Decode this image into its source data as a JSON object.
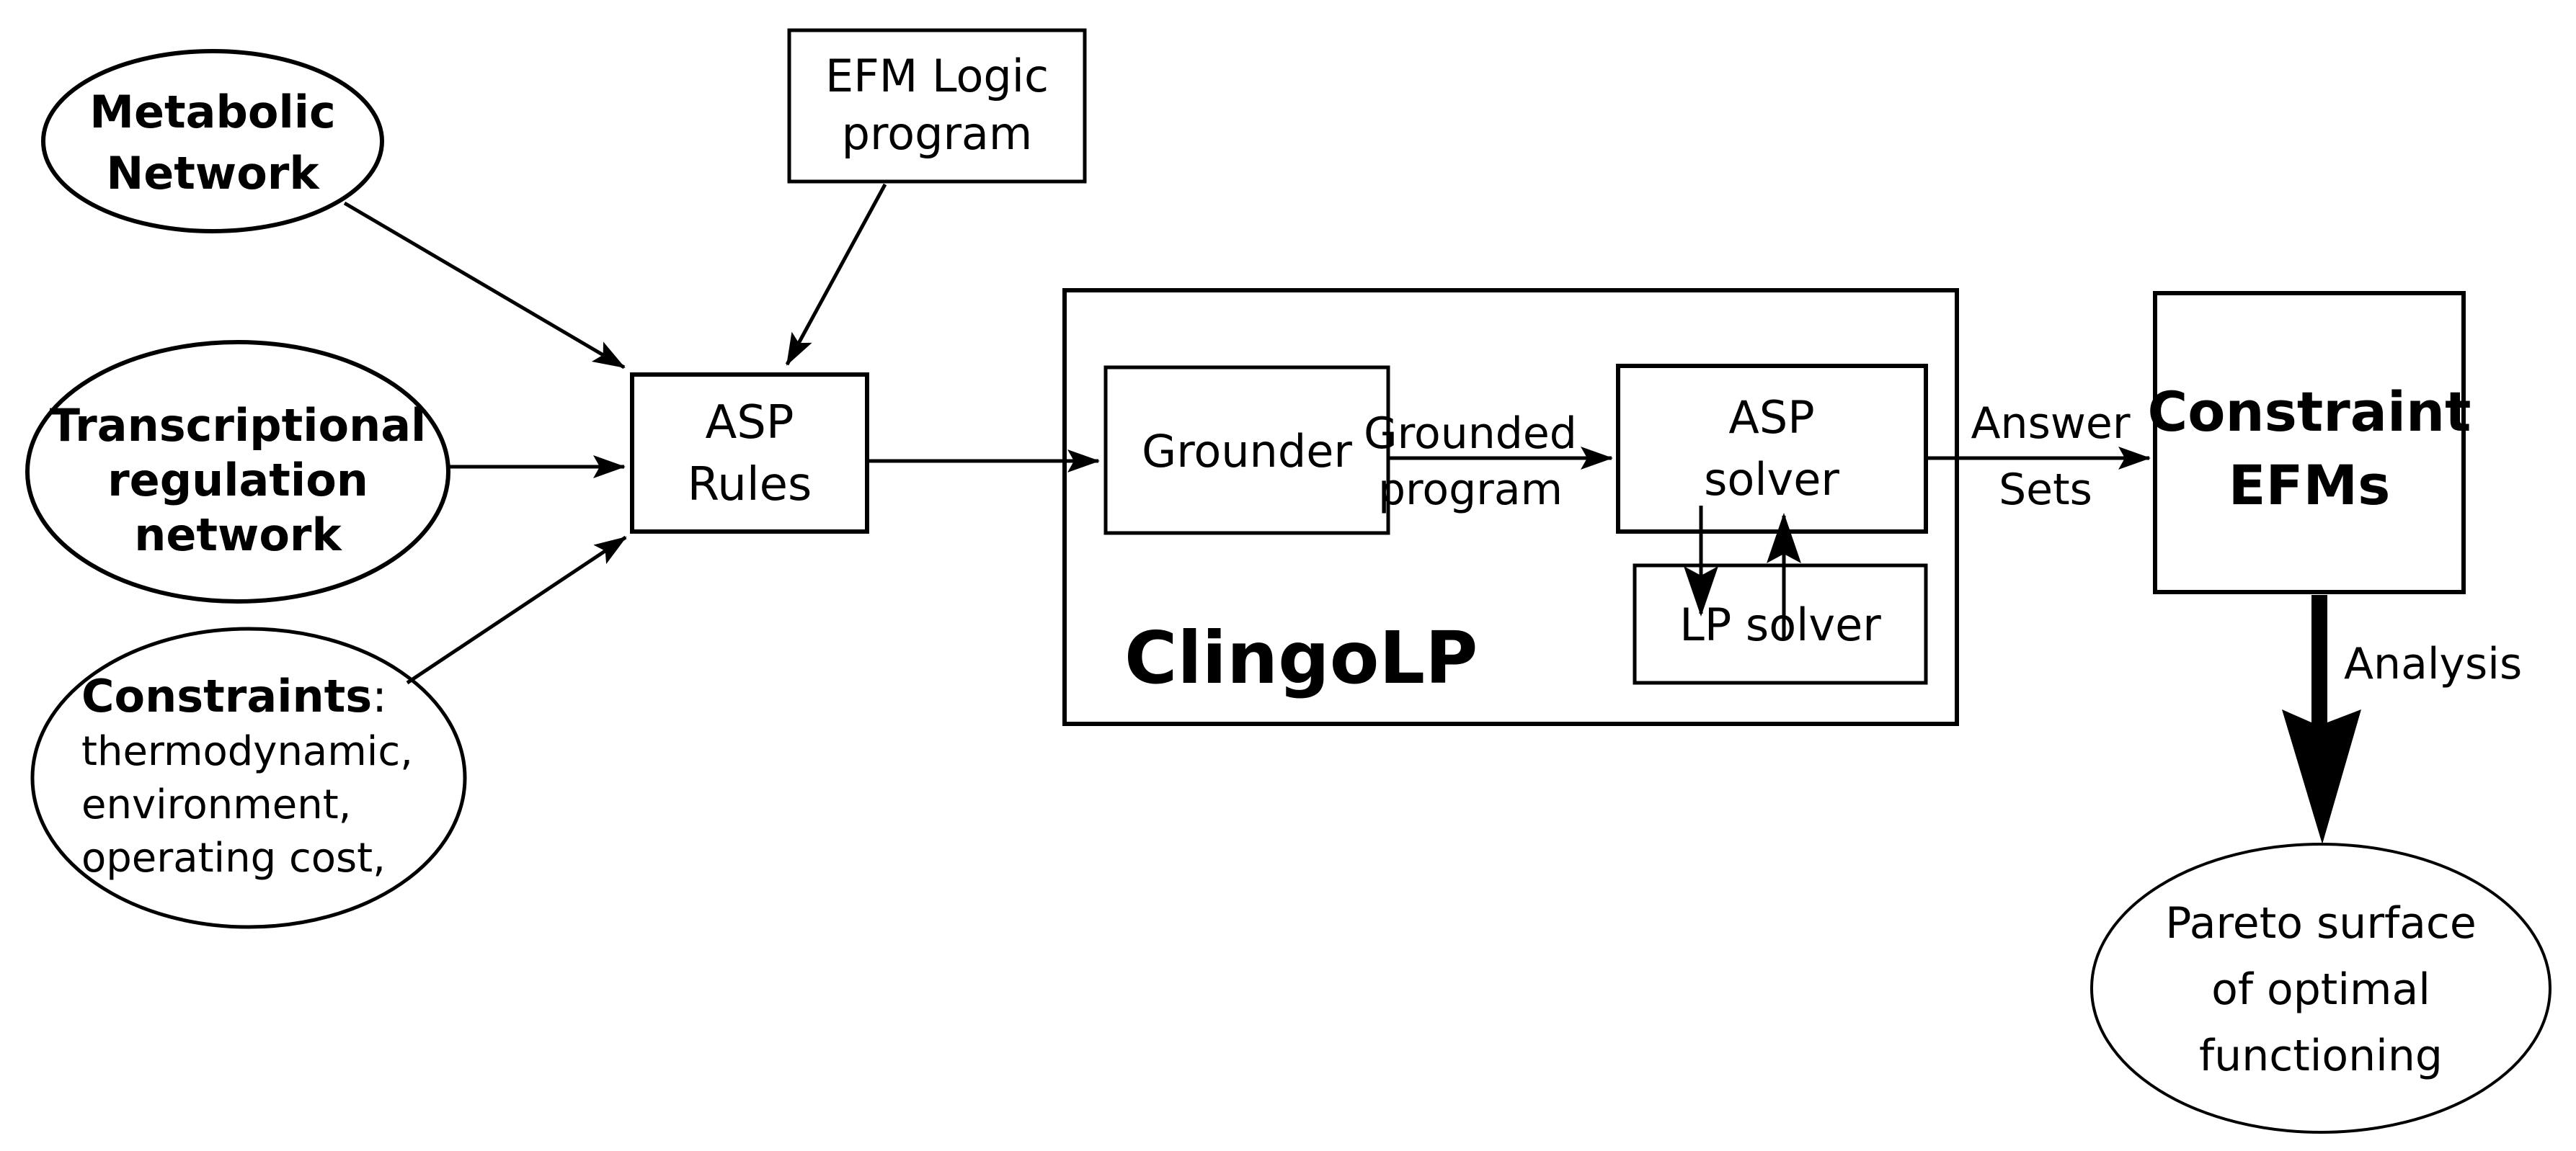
{
  "nodes": {
    "metabolic_network": {
      "lines": [
        "Metabolic",
        "Network"
      ]
    },
    "efm_logic_program": {
      "lines": [
        "EFM Logic",
        "program"
      ]
    },
    "transcriptional_network": {
      "lines": [
        "Transcriptional",
        "regulation",
        "network"
      ]
    },
    "constraints": {
      "heading": "Constraints",
      "colon": ":",
      "items": [
        "thermodynamic,",
        "environment,",
        "operating cost,"
      ]
    },
    "asp_rules": {
      "lines": [
        "ASP",
        "Rules"
      ]
    },
    "clingolp": {
      "label": "ClingoLP"
    },
    "grounder": {
      "label": "Grounder"
    },
    "asp_solver": {
      "lines": [
        "ASP",
        "solver"
      ]
    },
    "lp_solver": {
      "label": "LP solver"
    },
    "constraint_efms": {
      "lines": [
        "Constraint",
        "EFMs"
      ]
    },
    "pareto_surface": {
      "lines": [
        "Pareto surface",
        "of optimal",
        "functioning"
      ]
    }
  },
  "edge_labels": {
    "grounded_program": {
      "lines": [
        "Grounded",
        "program"
      ]
    },
    "answer_sets": {
      "lines": [
        "Answer",
        "Sets"
      ]
    },
    "analysis": {
      "label": "Analysis"
    }
  },
  "colors": {
    "ink": "#000000",
    "background": "#ffffff"
  }
}
